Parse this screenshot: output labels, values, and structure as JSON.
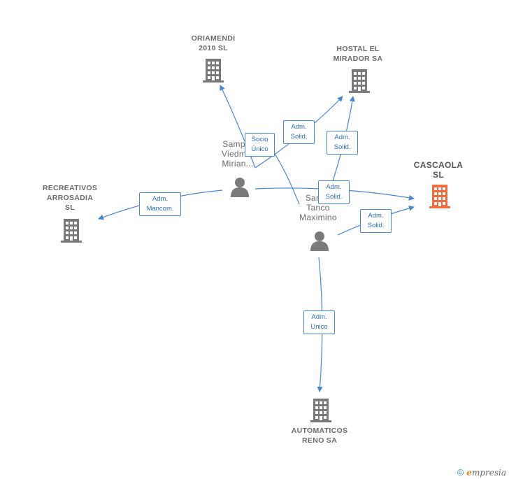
{
  "companies": {
    "oriamendi": {
      "lines": [
        "ORIAMENDI",
        "2010 SL"
      ]
    },
    "hostal": {
      "lines": [
        "HOSTAL EL",
        "MIRADOR SA"
      ]
    },
    "cascaola": {
      "lines": [
        "CASCAOLA",
        "SL"
      ]
    },
    "recreativos": {
      "lines": [
        "RECREATIVOS",
        "ARROSADIA",
        "SL"
      ]
    },
    "automaticos": {
      "lines": [
        "AUTOMATICOS",
        "RENO SA"
      ]
    }
  },
  "persons": {
    "p1": {
      "lines": [
        "Samp...",
        "Viedm...",
        "Mirian..."
      ]
    },
    "p2": {
      "lines": [
        "Sam...",
        "Tanco",
        "Maximino"
      ]
    }
  },
  "edges": {
    "socio_unico": {
      "lines": [
        "Socio",
        "Único"
      ]
    },
    "adm_solid_hostal_p1": {
      "lines": [
        "Adm.",
        "Solid."
      ]
    },
    "adm_solid_hostal_p2": {
      "lines": [
        "Adm.",
        "Solid."
      ]
    },
    "adm_solid_cascaola_p1": {
      "lines": [
        "Adm.",
        "Solid."
      ]
    },
    "adm_solid_cascaola_p2": {
      "lines": [
        "Adm.",
        "Solid."
      ]
    },
    "adm_mancom": {
      "lines": [
        "Adm.",
        "Mancom."
      ]
    },
    "adm_unico": {
      "lines": [
        "Adm.",
        "Unico"
      ]
    }
  },
  "footer": {
    "copyright_symbol": "©",
    "brand_first": "e",
    "brand_rest": "mpresia"
  },
  "colors": {
    "edge": "#4a86d0",
    "company_icon": "#7a7a7a",
    "main_company_icon": "#f26c3c",
    "person_icon": "#7a7a7a"
  },
  "icons": {
    "company": "building-icon",
    "person": "person-icon"
  }
}
